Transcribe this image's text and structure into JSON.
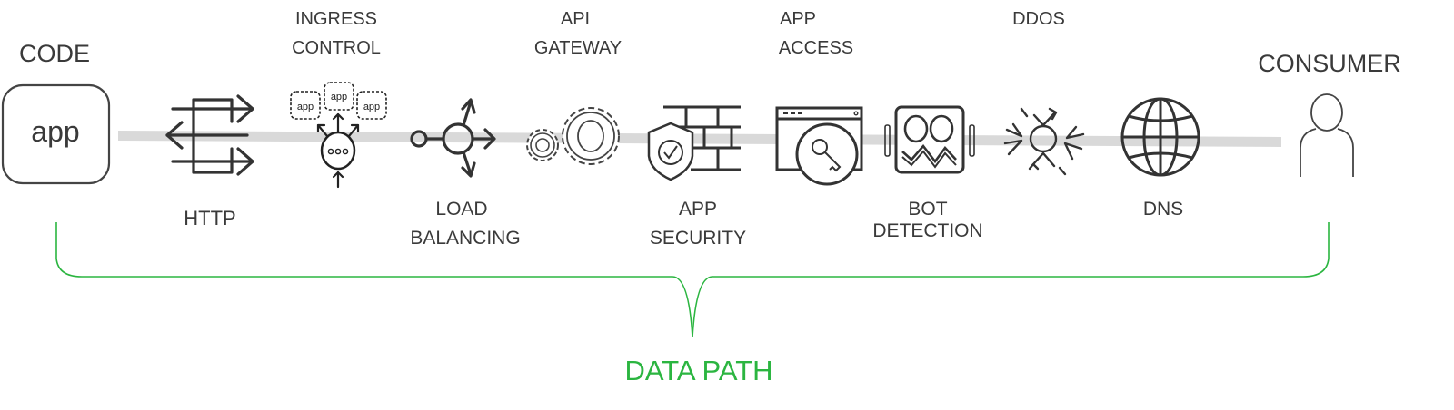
{
  "code": {
    "title": "CODE",
    "app_label": "app"
  },
  "consumer": {
    "title": "CONSUMER"
  },
  "stages": {
    "http": {
      "label": "HTTP"
    },
    "ingress": {
      "line1": "INGRESS",
      "line2": "CONTROL",
      "app_label": "app"
    },
    "load_balancing": {
      "line1": "LOAD",
      "line2": "BALANCING"
    },
    "api_gateway": {
      "line1": "API",
      "line2": "GATEWAY"
    },
    "app_security": {
      "line1": "APP",
      "line2": "SECURITY"
    },
    "app_access": {
      "line1": "APP",
      "line2": "ACCESS"
    },
    "bot_detection": {
      "line1": "BOT",
      "line2": "DETECTION"
    },
    "ddos": {
      "label": "DDOS"
    },
    "dns": {
      "label": "DNS"
    }
  },
  "footer": {
    "label": "DATA PATH"
  },
  "colors": {
    "accent": "#2bb540",
    "text": "#3a3a3a",
    "path": "#d9d9d9"
  }
}
